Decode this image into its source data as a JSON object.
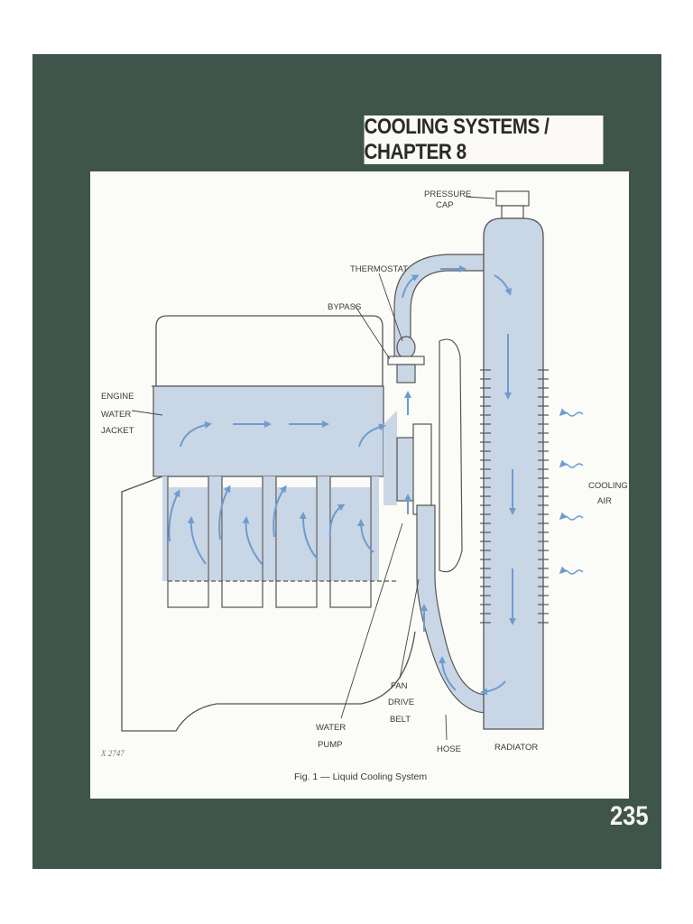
{
  "header": {
    "title": "COOLING SYSTEMS / CHAPTER 8"
  },
  "page_number": "235",
  "figure": {
    "caption": "Fig. 1 — Liquid Cooling System",
    "code": "X 2747",
    "labels": {
      "pressure_cap": [
        "PRESSURE",
        "CAP"
      ],
      "thermostat": "THERMOSTAT",
      "bypass": "BYPASS",
      "engine_water_jacket": [
        "ENGINE",
        "WATER",
        "JACKET"
      ],
      "cooling_air": [
        "COOLING",
        "AIR"
      ],
      "water_pump": [
        "WATER",
        "PUMP"
      ],
      "fan_drive_belt": [
        "FAN",
        "DRIVE",
        "BELT"
      ],
      "hose": "HOSE",
      "radiator": "RADIATOR"
    }
  },
  "colors": {
    "slide_bg": "#3f544b",
    "coolant": "#c9d6e6",
    "arrow": "#6e9ccf",
    "line": "#555555"
  }
}
